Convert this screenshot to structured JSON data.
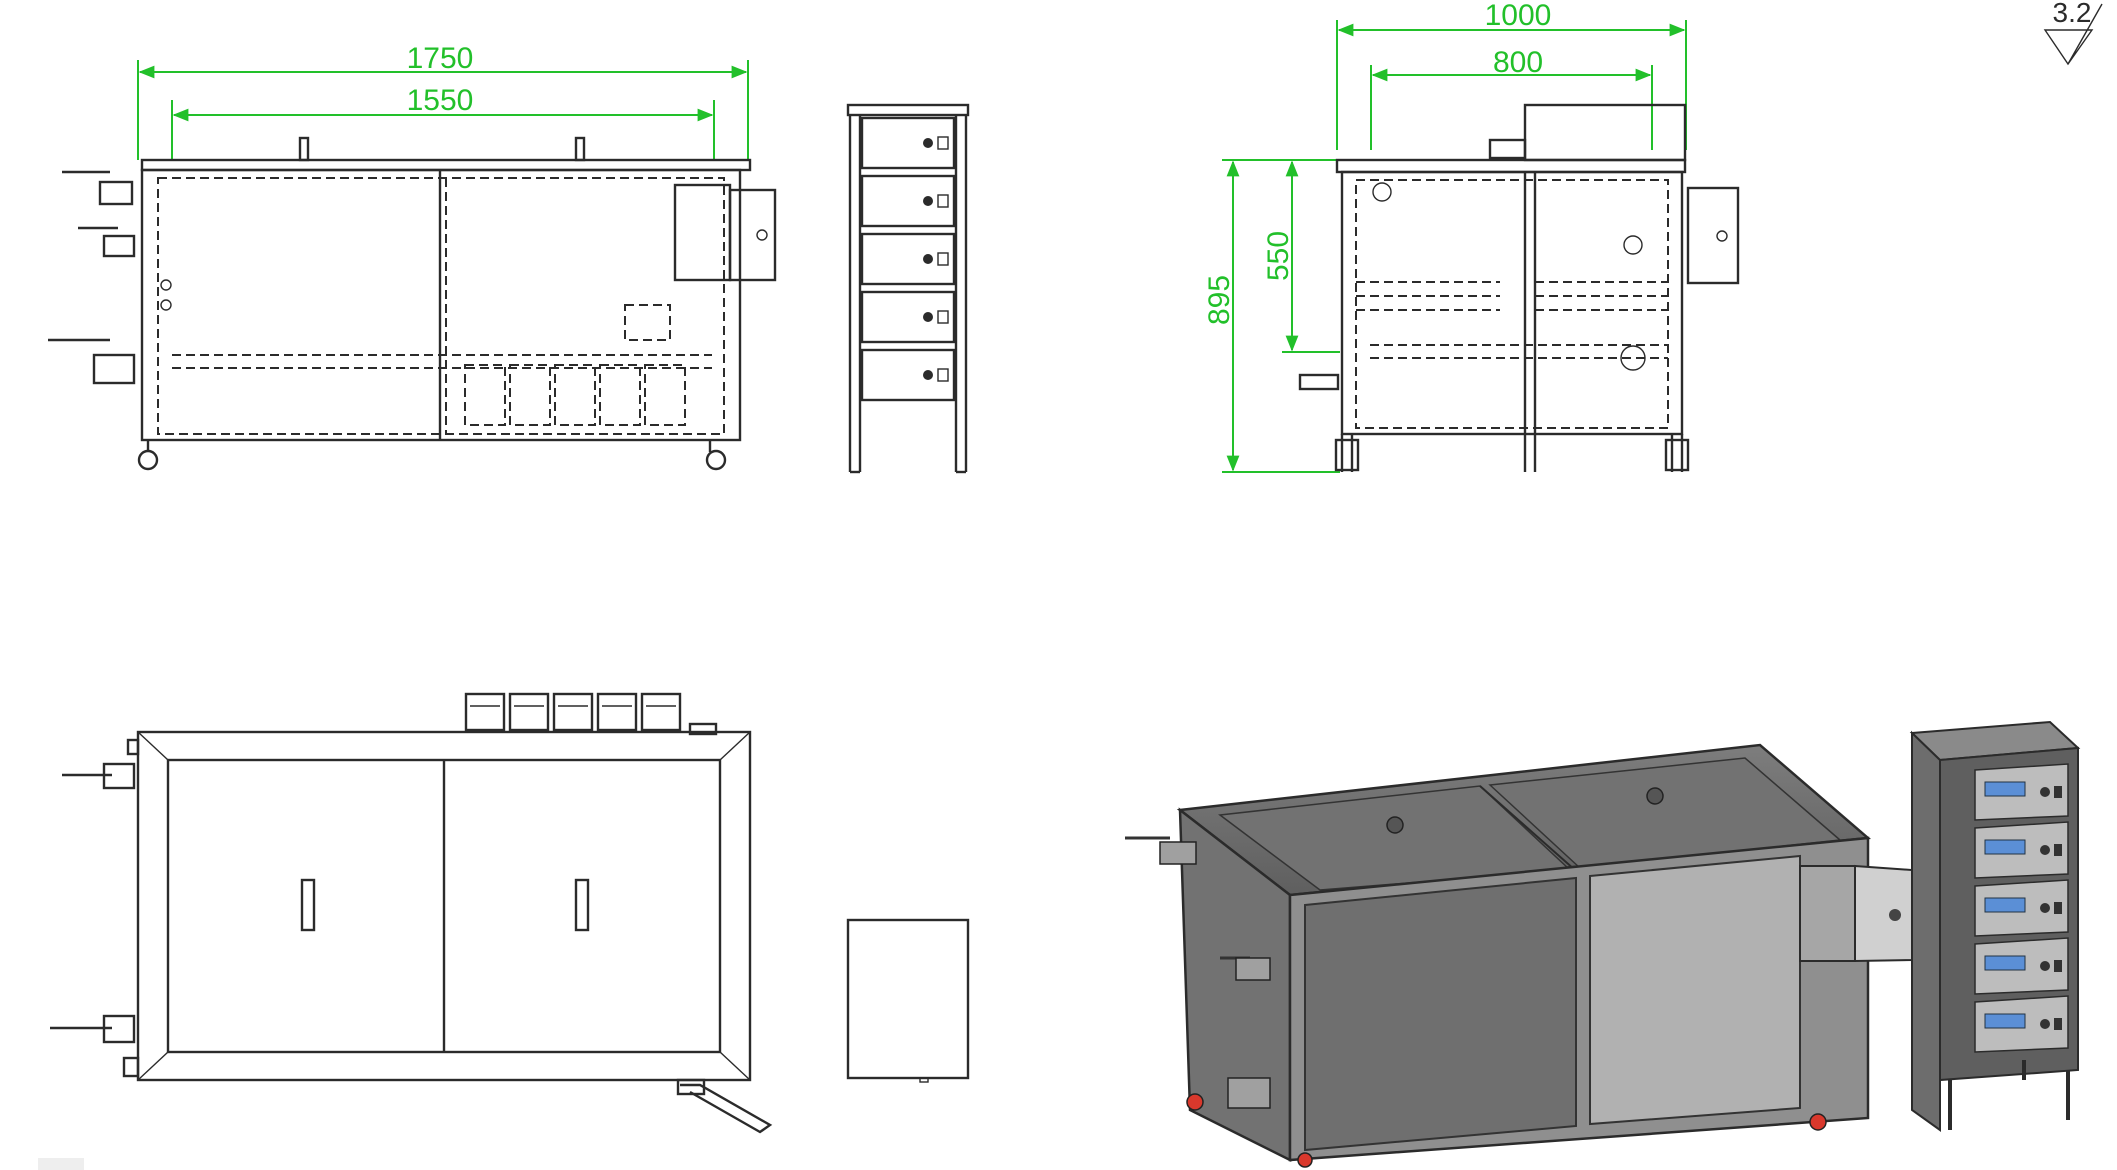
{
  "colors": {
    "dimension": "#22c02a",
    "line": "#2b2b2b",
    "background": "#ffffff",
    "tank_dark": "#6f6f6f",
    "tank_mid": "#8a8a8a",
    "tank_light": "#b5b5b5",
    "display": "#5b8fd6",
    "caster": "#d9382c"
  },
  "surface_finish": {
    "roughness": "3.2"
  },
  "views": {
    "front": {
      "dim_overall_length": "1750",
      "dim_inner_length": "1550"
    },
    "side": {
      "dim_overall_width": "1000",
      "dim_inner_width": "800",
      "dim_tank_depth": "550",
      "dim_overall_height": "895"
    },
    "top": {},
    "generator_cabinet": {
      "units": 5
    },
    "isometric": {
      "generator_units": 5
    }
  }
}
